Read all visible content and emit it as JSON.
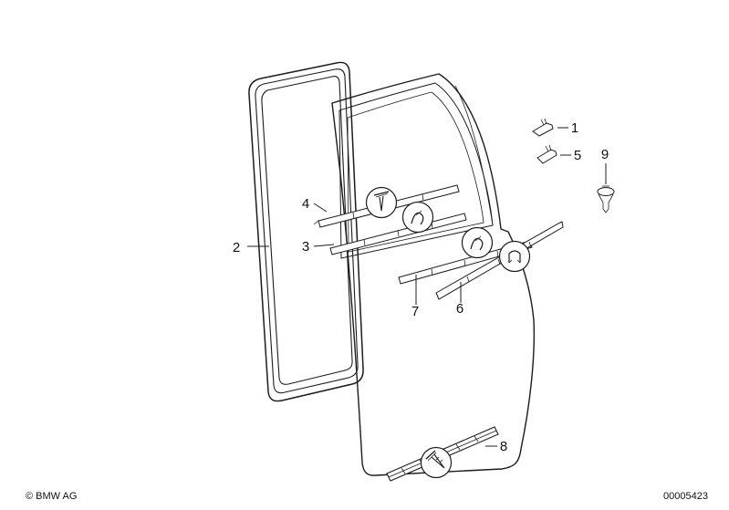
{
  "page": {
    "background": "#ffffff",
    "line_color": "#1c1c1c"
  },
  "footer": {
    "copyright": "© BMW AG",
    "doc_number": "00005423"
  },
  "labels": {
    "n1": "1",
    "n2": "2",
    "n3": "3",
    "n4": "4",
    "n5": "5",
    "n6": "6",
    "n7": "7",
    "n8": "8",
    "n9": "9"
  },
  "icons": {
    "detail_a": "screw-icon",
    "detail_b": "clip-icon",
    "detail_c": "clip-icon",
    "detail_d": "u-clip-icon",
    "detail_e": "screw-icon",
    "part_1": "clip-icon",
    "part_5": "clip-icon",
    "part_9": "rivet-icon"
  }
}
